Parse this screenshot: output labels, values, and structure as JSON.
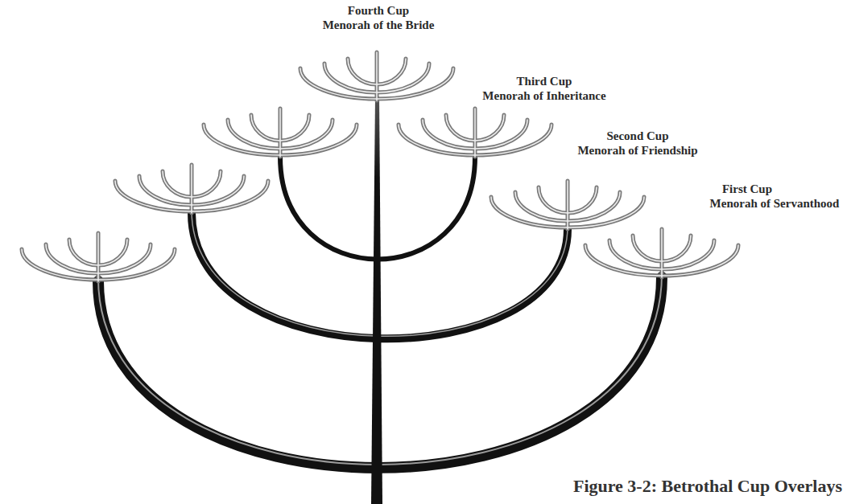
{
  "diagram": {
    "caption": "Figure 3-2: Betrothal Cup Overlays",
    "labels": [
      "Fourth Cup",
      "Menorah of the Bride",
      "Third Cup",
      "Menorah of Inheritance",
      "Second Cup",
      "Menorah of Friendship",
      "First Cup",
      "Menorah of Servanthood"
    ]
  }
}
